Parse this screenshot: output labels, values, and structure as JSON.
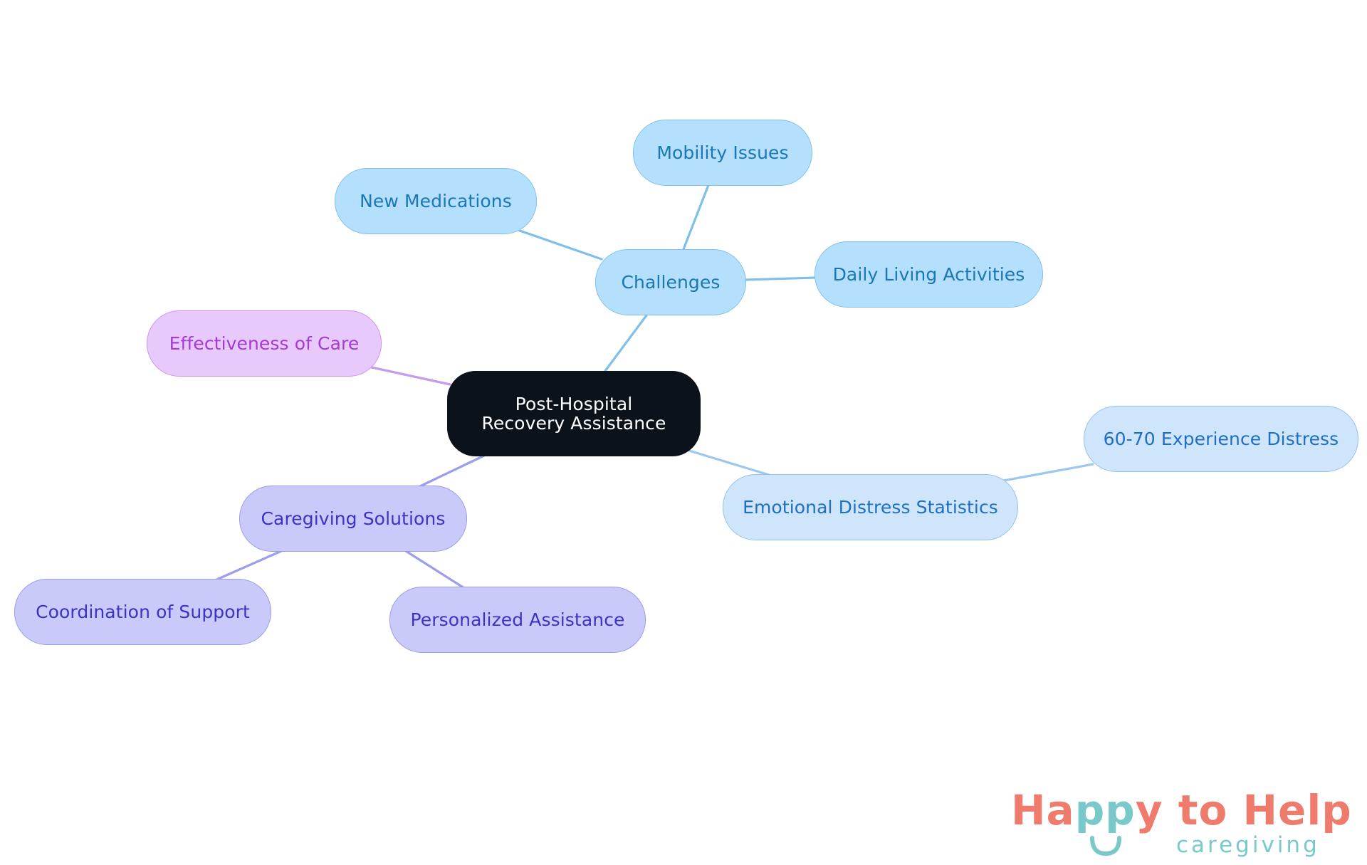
{
  "mindmap": {
    "root": "Post-Hospital Recovery Assistance",
    "challenges": {
      "label": "Challenges",
      "children": [
        "New Medications",
        "Mobility Issues",
        "Daily Living Activities"
      ]
    },
    "effectiveness": {
      "label": "Effectiveness of Care"
    },
    "caregiving": {
      "label": "Caregiving Solutions",
      "children": [
        "Coordination of Support",
        "Personalized Assistance"
      ]
    },
    "emotional": {
      "label": "Emotional Distress Statistics",
      "children": [
        "60-70 Experience Distress"
      ]
    }
  },
  "brand": {
    "name_part1": "Ha",
    "name_part2": "pp",
    "name_part3": "y to Help",
    "tagline": "caregiving"
  },
  "colors": {
    "root_fill": "#0c121a",
    "challenges_fill": "#b5e0fd",
    "emotional_fill": "#cfe5fb",
    "effectiveness_fill": "#e8c9fb",
    "caregiving_fill": "#cacafa",
    "brand_coral": "#ef7b6c",
    "brand_teal": "#79c9cb"
  }
}
